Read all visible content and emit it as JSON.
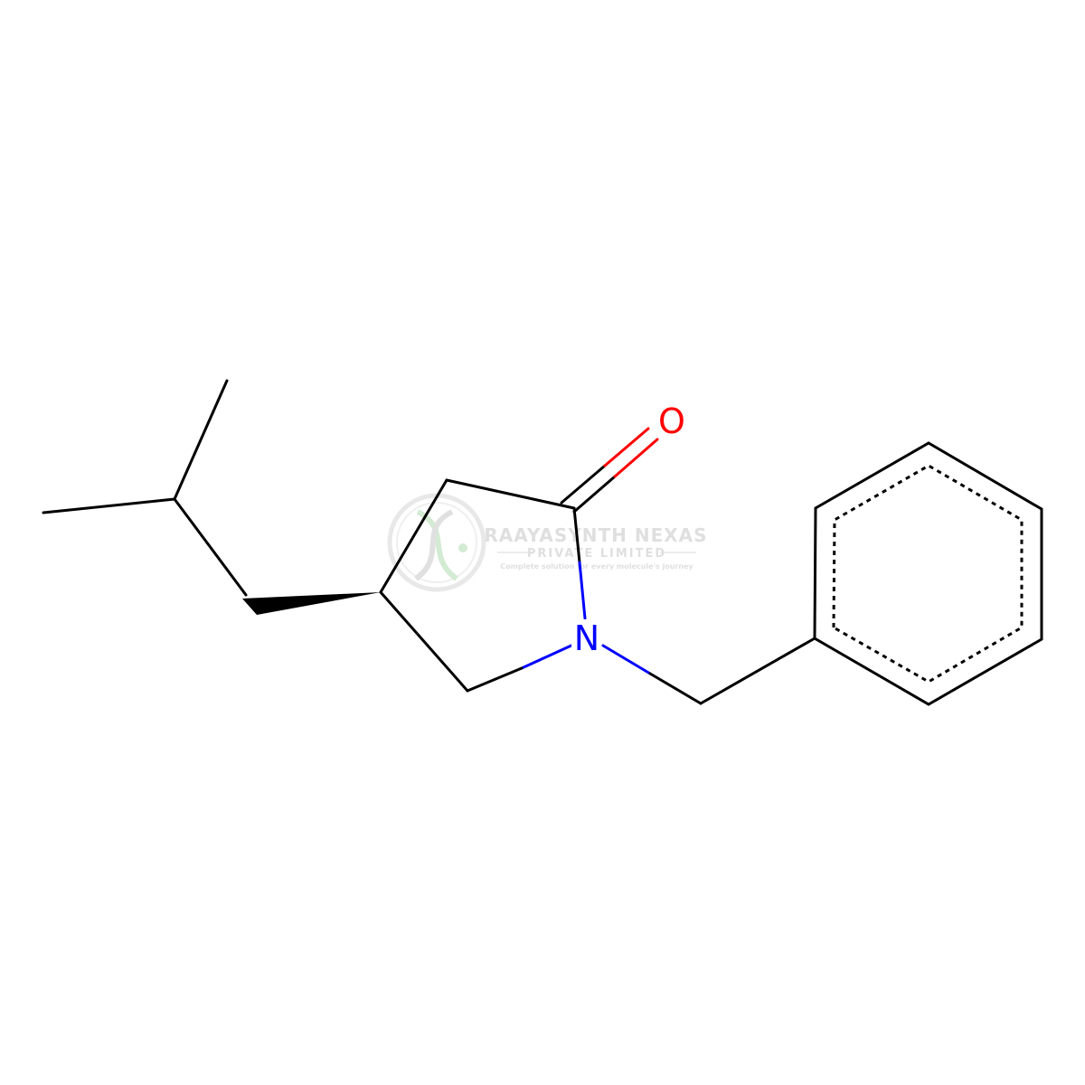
{
  "molecule": {
    "atoms": {
      "nitrogen": "N",
      "oxygen": "O"
    },
    "colors": {
      "bond": "#000000",
      "nitrogen": "#0000ff",
      "oxygen": "#ff0000"
    }
  },
  "watermark": {
    "company": "RAAYASYNTH NEXAS",
    "subtitle": "PRIVATE LIMITED",
    "tagline": "Complete solution for every molecule's journey",
    "colors": {
      "text": "#dcdcdc",
      "logo_ring": "#e6e6e6",
      "logo_accent": "#cfe8cf"
    }
  }
}
